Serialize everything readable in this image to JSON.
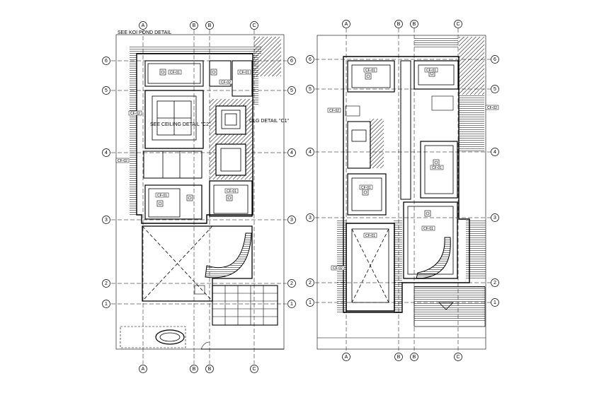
{
  "drawing": {
    "notes": {
      "koi_pond": "SEE KOI POND DETAIL",
      "ceiling_c2": "SEE CEILING DETAIL \"C2\"",
      "ceiling_c1": "CLG DETAIL \"C1\""
    },
    "grid_columns": [
      "A",
      "B",
      "B",
      "C"
    ],
    "grid_rows": [
      "6",
      "5",
      "4",
      "3",
      "2",
      "1"
    ],
    "tags": {
      "cf01": "CF-01",
      "cf02": "CF-02"
    }
  }
}
